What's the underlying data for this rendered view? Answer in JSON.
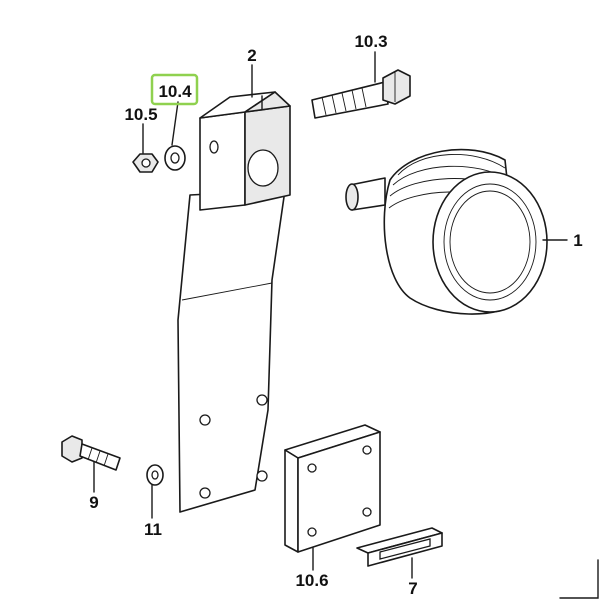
{
  "callouts": {
    "part_1": "1",
    "part_2": "2",
    "part_7": "7",
    "part_9": "9",
    "part_10_3": "10.3",
    "part_10_4": "10.4",
    "part_10_5": "10.5",
    "part_10_6": "10.6",
    "part_11": "11"
  },
  "highlight": {
    "callout": "10.4",
    "color": "#8fd14f"
  }
}
